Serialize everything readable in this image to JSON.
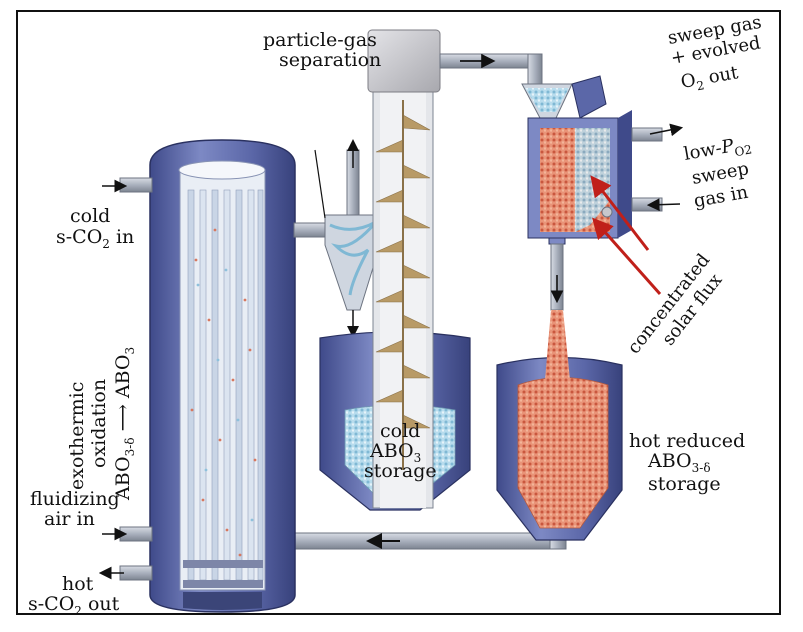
{
  "labels": {
    "particle_gas_line1": "particle-gas",
    "particle_gas_line2": "separation",
    "sweep_out_line1": "sweep gas",
    "sweep_out_line2": "+ evolved",
    "sweep_out_line3": "O",
    "sweep_out_line3_sub": "2",
    "sweep_out_line3_tail": " out",
    "sweep_in_line1": "low-",
    "sweep_in_line1_p": "P",
    "sweep_in_line1_o2": "O2",
    "sweep_in_line2": "sweep",
    "sweep_in_line3": "gas in",
    "cold_in_line1": "cold",
    "cold_in_line2": "s-CO",
    "cold_in_line2_sub": "2",
    "cold_in_line2_tail": " in",
    "exo_line1": "exothermic",
    "exo_line2": "oxidation",
    "exo_line3_a": "ABO",
    "exo_line3_a_sub": "3-δ",
    "exo_line3_arrow": " ⟶ ",
    "exo_line3_b": "ABO",
    "exo_line3_b_sub": "3",
    "solar_line1": "concentrated",
    "solar_line2": "solar flux",
    "cold_store_line1": "cold",
    "cold_store_line2": "ABO",
    "cold_store_line2_sub": "3",
    "cold_store_line3": "storage",
    "hot_store_line1": "hot reduced",
    "hot_store_line2": "ABO",
    "hot_store_line2_sub": "3-δ",
    "hot_store_line3": "storage",
    "fluid_line1": "fluidizing",
    "fluid_line2": "air in",
    "hot_out_line1": "hot",
    "hot_out_line2": "s-CO",
    "hot_out_line2_sub": "2",
    "hot_out_line2_tail": " out"
  },
  "colors": {
    "vessel": "#5b67a8",
    "vessel_light": "#8a96cc",
    "pipe": "#a9b0bd",
    "box_gray": "#c7c7cc",
    "hot_particles": "#e0856a",
    "cold_particles": "#a8d3e6",
    "screw": "#b89a66",
    "arrow_red": "#c0201a"
  }
}
